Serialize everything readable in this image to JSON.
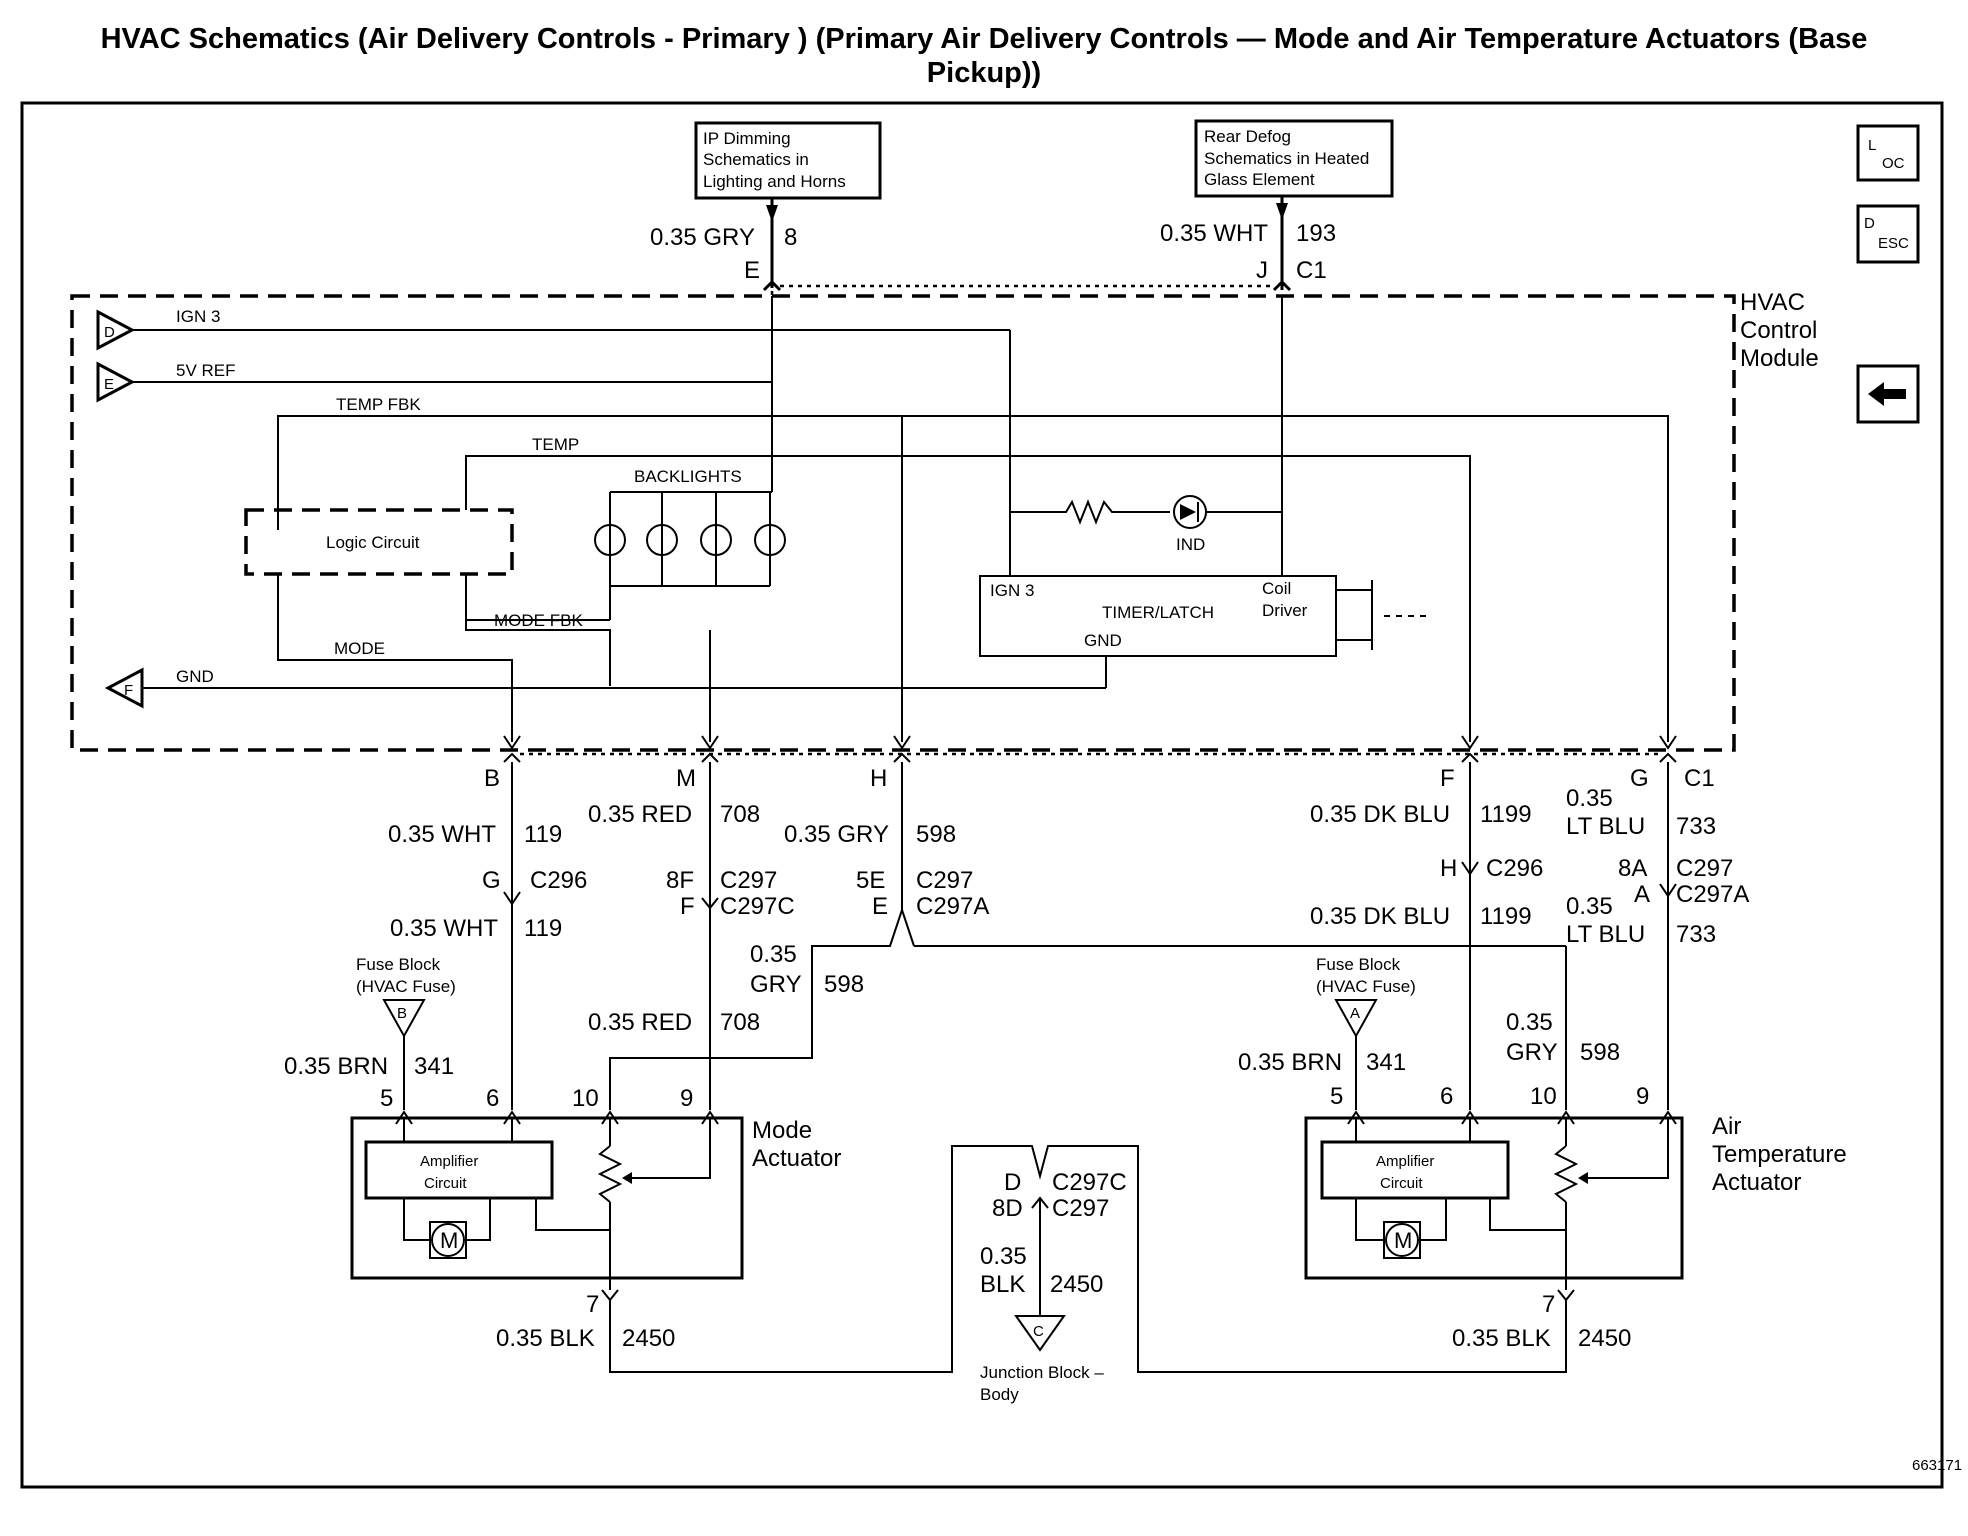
{
  "title": "HVAC Schematics (Air Delivery Controls - Primary ) (Primary Air Delivery Controls — Mode and Air Temperature Actuators (Base Pickup))",
  "nav": {
    "loc": {
      "top": "L",
      "bot": "OC"
    },
    "desc": {
      "top": "D",
      "bot": "ESC"
    },
    "back_icon": "left-arrow-icon"
  },
  "refs": {
    "ip_dimming": [
      "IP Dimming",
      "Schematics in",
      "Lighting and Horns"
    ],
    "rear_defog": [
      "Rear Defog",
      "Schematics in Heated",
      "Glass Element"
    ]
  },
  "top_wires": {
    "left": {
      "size": "0.35 GRY",
      "circuit": "8",
      "pin": "E"
    },
    "right": {
      "size": "0.35 WHT",
      "circuit": "193",
      "pin": "J",
      "conn": "C1"
    }
  },
  "module": {
    "title": [
      "HVAC",
      "Control",
      "Module"
    ],
    "inputs": {
      "d": "D",
      "e": "E",
      "f": "F"
    },
    "signals": {
      "ign3": "IGN 3",
      "vref": "5V REF",
      "temp_fbk": "TEMP FBK",
      "temp": "TEMP",
      "backlights": "BACKLIGHTS",
      "mode_fbk": "MODE FBK",
      "mode": "MODE",
      "gnd": "GND"
    },
    "logic": "Logic Circuit",
    "ind": "IND",
    "timer": {
      "ign3": "IGN 3",
      "name": "TIMER/LATCH",
      "coil": [
        "Coil",
        "Driver"
      ],
      "gnd": "GND"
    }
  },
  "pins": {
    "b": "B",
    "m": "M",
    "h": "H",
    "f": "F",
    "g": "G",
    "c1": "C1"
  },
  "wires": {
    "b1": {
      "size": "0.35 WHT",
      "circuit": "119"
    },
    "m1": {
      "size": "0.35 RED",
      "circuit": "708"
    },
    "h1": {
      "size": "0.35 GRY",
      "circuit": "598"
    },
    "f1": {
      "size": "0.35 DK BLU",
      "circuit": "1199"
    },
    "g1": {
      "size": [
        "0.35",
        "LT BLU"
      ],
      "circuit": "733"
    },
    "b2": {
      "size": "0.35 WHT",
      "circuit": "119"
    },
    "f2": {
      "size": "0.35 DK BLU",
      "circuit": "1199"
    },
    "g2": {
      "size": [
        "0.35",
        "LT BLU"
      ],
      "circuit": "733"
    },
    "gry_l": {
      "size": [
        "0.35",
        "GRY"
      ],
      "circuit": "598"
    },
    "red2": {
      "size": "0.35 RED",
      "circuit": "708"
    },
    "gry_r": {
      "size": [
        "0.35",
        "GRY"
      ],
      "circuit": "598"
    },
    "brn_l": {
      "size": "0.35 BRN",
      "circuit": "341"
    },
    "brn_r": {
      "size": "0.35 BRN",
      "circuit": "341"
    },
    "blk_l": {
      "size": "0.35 BLK",
      "circuit": "2450"
    },
    "blk_r": {
      "size": "0.35 BLK",
      "circuit": "2450"
    },
    "blk_c": {
      "size": [
        "0.35",
        "BLK"
      ],
      "circuit": "2450"
    }
  },
  "connectors": {
    "g_c296": {
      "pin": "G",
      "conn": "C296"
    },
    "h_c296": {
      "pin": "H",
      "conn": "C296"
    },
    "c297_m": {
      "pins": [
        "8F",
        "F"
      ],
      "conns": [
        "C297",
        "C297C"
      ]
    },
    "c297_h": {
      "pins": [
        "5E",
        "E"
      ],
      "conns": [
        "C297",
        "C297A"
      ]
    },
    "c297_g": {
      "pins": [
        "8A",
        "A"
      ],
      "conns": [
        "C297",
        "C297A"
      ]
    },
    "c297_c": {
      "pins": [
        "D",
        "8D"
      ],
      "conns": [
        "C297C",
        "C297"
      ]
    }
  },
  "fuse_l": {
    "label": [
      "Fuse Block",
      "(HVAC Fuse)"
    ],
    "letter": "B"
  },
  "fuse_r": {
    "label": [
      "Fuse Block",
      "(HVAC Fuse)"
    ],
    "letter": "A"
  },
  "mode_act": {
    "name": [
      "Mode",
      "Actuator"
    ],
    "amp": [
      "Amplifier",
      "Circuit"
    ],
    "motor": "M",
    "pins": [
      "5",
      "6",
      "10",
      "9",
      "7"
    ]
  },
  "air_act": {
    "name": [
      "Air",
      "Temperature",
      "Actuator"
    ],
    "amp": [
      "Amplifier",
      "Circuit"
    ],
    "motor": "M",
    "pins": [
      "5",
      "6",
      "10",
      "9",
      "7"
    ]
  },
  "junction": {
    "label": [
      "Junction Block –",
      "Body"
    ],
    "letter": "C"
  },
  "figure_id": "663171"
}
